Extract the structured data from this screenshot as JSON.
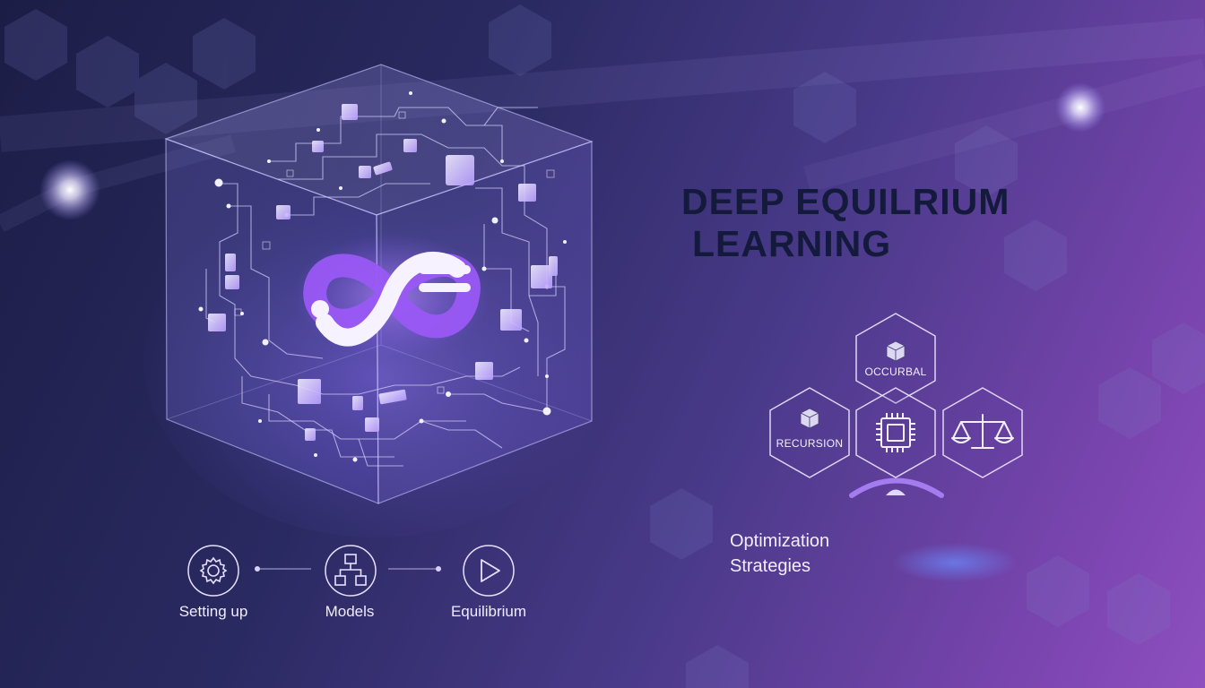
{
  "title": {
    "line1": "DEEP EQUILRIUM",
    "line2": "LEARNING"
  },
  "subtitle": {
    "line1": "Optimization",
    "line2": "Strategies"
  },
  "steps": [
    {
      "label": "Setting up",
      "icon": "gear-icon"
    },
    {
      "label": "Models",
      "icon": "hierarchy-icon"
    },
    {
      "label": "Equilibrium",
      "icon": "play-icon"
    }
  ],
  "hexagons": [
    {
      "label": "OCCURBAL",
      "icon": "cube-icon"
    },
    {
      "label": "RECURSION",
      "icon": "cube-icon"
    },
    {
      "label": "",
      "icon": "chip-icon"
    },
    {
      "label": "",
      "icon": "scales-icon"
    }
  ],
  "central_symbol": "infinity-icon",
  "colors": {
    "accent": "#a66cff",
    "title": "#141a3c",
    "text_light": "#f0ecff",
    "bg_dark": "#1c1d46",
    "bg_purple": "#8e4fbf"
  }
}
